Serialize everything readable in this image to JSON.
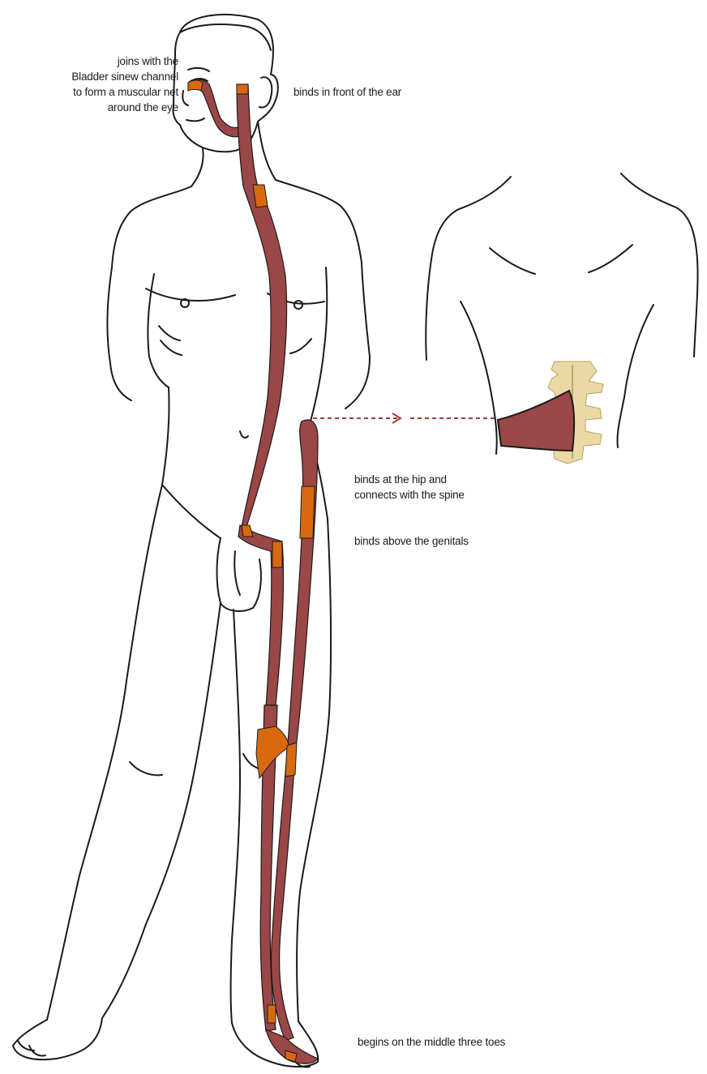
{
  "labels": {
    "eye": [
      "joins with the",
      "Bladder sinew channel",
      "to form a muscular net",
      "around the eye"
    ],
    "ear": "binds in front of the ear",
    "hip": [
      "binds at the hip and",
      "connects with the spine"
    ],
    "genitals": "binds above the genitals",
    "toes": "begins on the middle three toes"
  },
  "colors": {
    "channel": "#9b4747",
    "binding": "#d9690f",
    "arrow": "#a33a3a",
    "spine": "#ead9a4",
    "outline": "#1a1a1a"
  },
  "icons": {
    "front_figure": "front-body-figure",
    "back_figure": "back-torso-figure",
    "spine": "lumbar-spine",
    "arrow": "dashed-arrow"
  }
}
